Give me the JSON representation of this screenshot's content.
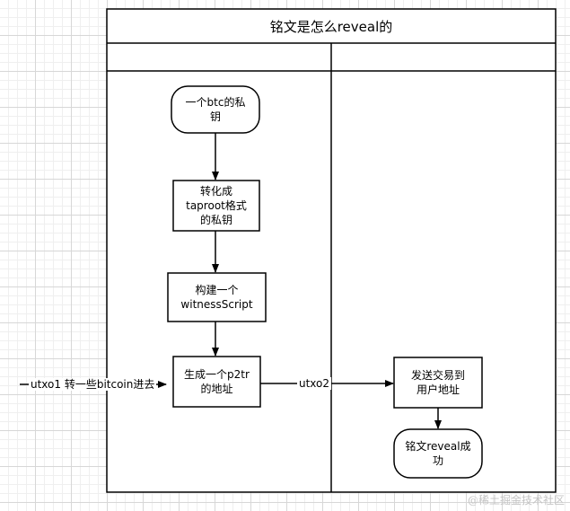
{
  "pool": {
    "title": "铭文是怎么reveal的"
  },
  "nodes": {
    "private_key": "一个btc的私\n钥",
    "taproot_key": "转化成\ntaproot格式\n的私钥",
    "witness_script": "构建一个\nwitnessScript",
    "p2tr_address": "生成一个p2tr\n的地址",
    "send_tx": "发送交易到\n用户地址",
    "reveal_success": "铭文reveal成\n功"
  },
  "edges": {
    "utxo1": "utxo1 转一些bitcoin进去",
    "utxo2": "utxo2"
  },
  "watermark": "@稀土掘金技术社区"
}
